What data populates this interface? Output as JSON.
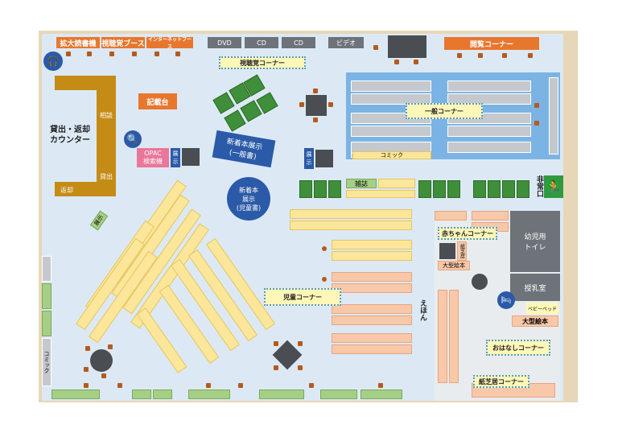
{
  "top": {
    "kakudai": "拡大読書機",
    "shichoukaku_booth": "視聴覚ブース",
    "internet_booth": "インターネットブース",
    "dvd": "DVD",
    "cd1": "CD",
    "cd2": "CD",
    "video": "ビデオ",
    "etsuran": "閲覧コーナー",
    "shichoukaku_corner": "視聴覚コーナー"
  },
  "left": {
    "soudan": "相談",
    "kashidashi_counter": "貸出・返却\nカウンター",
    "henkyaku": "返却",
    "kashidashi": "貸出",
    "opac": "OPAC\n検索機",
    "tenji_small": "展示",
    "kirokudai": "記載台",
    "comic_vertical": "コミック"
  },
  "center": {
    "new_books_general": "新着本展示\n(一般書)",
    "tenji2": "展示",
    "new_books_children": "新着本\n展示\n(児童書)",
    "zasshi": "雑誌",
    "jidou_corner": "児童コーナー",
    "ehon": "えほん"
  },
  "right": {
    "ippan_corner": "一般コーナー",
    "comic": "コミック",
    "hijouguchi": "非常口",
    "akachan_corner": "赤ちゃんコーナー",
    "ookata_ehon1": "大型絵本",
    "kamishibai_small": "紙芝居",
    "youjiyou_toilet": "幼児用\nトイレ",
    "junyushitsu": "授乳室",
    "baby_bed": "ベビーベッド",
    "ookata_ehon2": "大型絵本",
    "ohanashi_corner": "おはなしコーナー",
    "kamishibai_corner": "紙芝居コーナー"
  },
  "colors": {
    "floor": "#dce9f5",
    "orange": "#e8772e",
    "navy": "#2b5aa8",
    "yellow": "#fce69a",
    "green": "#3f8f3a"
  },
  "icons": [
    "headphones-icon",
    "search-icon",
    "emergency-exit-icon",
    "baby-bed-icon"
  ]
}
